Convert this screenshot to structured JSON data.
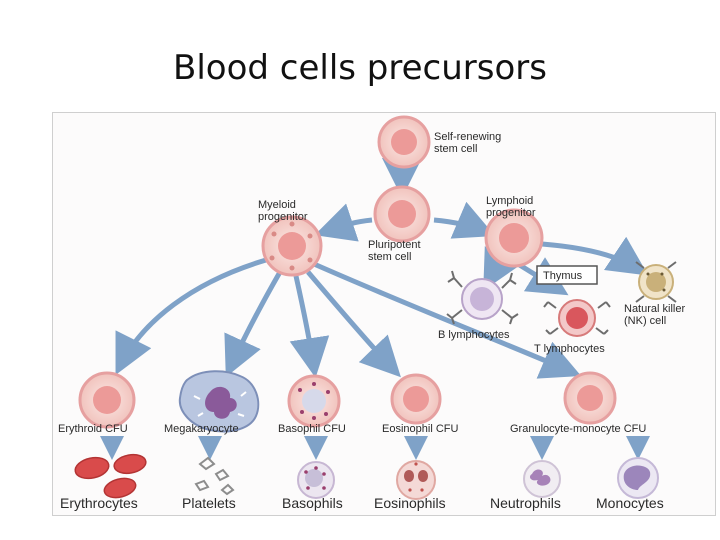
{
  "title": "Blood cells precursors",
  "labels": {
    "stem": [
      "Self-renewing",
      "stem cell"
    ],
    "myeloid": [
      "Myeloid",
      "progenitor"
    ],
    "lymphoid": [
      "Lymphoid",
      "progenitor"
    ],
    "pluripotent": [
      "Pluripotent",
      "stem cell"
    ],
    "thymus": "Thymus",
    "nk": [
      "Natural killer",
      "(NK) cell"
    ],
    "b_lymphocytes": "B lymphocytes",
    "t_lymphocytes": "T lymphocytes",
    "cfu": [
      "Erythroid CFU",
      "Megakaryocyte",
      "Basophil CFU",
      "Eosinophil CFU",
      "Granulocyte-monocyte CFU"
    ],
    "mature": [
      "Erythrocytes",
      "Platelets",
      "Basophils",
      "Eosinophils",
      "Neutrophils",
      "Monocytes"
    ]
  },
  "colors": {
    "arrow": "#7fa2c8",
    "cell_membrane": "#e6a0a0",
    "cell_fill": "#f7d6d2",
    "nucleus": "#ec9a98",
    "megakaryocyte": "#a9b9d9",
    "granule": "#9a3f6d",
    "monocyte": "#b7a9c9",
    "nk": "#c9b07a"
  }
}
